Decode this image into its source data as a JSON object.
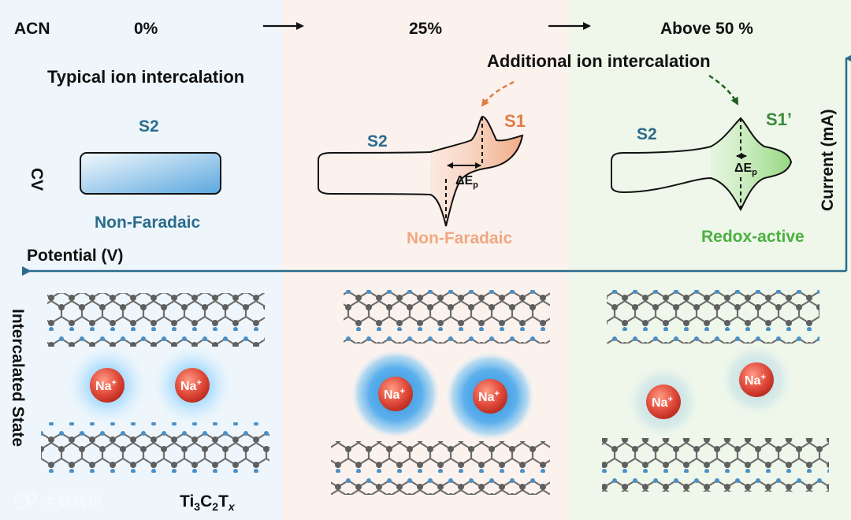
{
  "header": {
    "acn_label": "ACN",
    "col1": "0%",
    "col2": "25%",
    "col3": "Above 50 %"
  },
  "row_labels": {
    "cv": "CV",
    "state": "Intercalated State"
  },
  "axes": {
    "potential": "Potential (V)",
    "current": "Current (mA)"
  },
  "panel1": {
    "title": "Typical ion intercalation",
    "s2": "S2",
    "caption": "Non-Faradaic"
  },
  "panel2": {
    "s2": "S2",
    "s1": "S1",
    "delta": "ΔE",
    "delta_sub": "p",
    "caption": "Non-Faradaic"
  },
  "panel3": {
    "title": "Additional ion intercalation",
    "s2": "S2",
    "s1": "S1’",
    "delta": "ΔE",
    "delta_sub": "p",
    "caption": "Redox-active"
  },
  "ions": {
    "label": "Na",
    "charge": "+"
  },
  "material": {
    "ti": "Ti",
    "ti_sub": "3",
    "c": "C",
    "c_sub": "2",
    "t": "T",
    "t_sub": "x"
  },
  "watermark": "大数跨境",
  "colors": {
    "bg_col1": "#eef6fb",
    "bg_col2": "#fbf2ee",
    "bg_col3": "#eef7ea",
    "s2_blue": "#2b6b8c",
    "orange": "#e27a45",
    "orange_fill": "#f0a882",
    "green": "#3b8a3b",
    "green_fill": "#9fdc8a",
    "axis_blue": "#2b6b8c",
    "ion_red": "#e04a3a",
    "halo_blue": "#3fa6e8",
    "atom_grey": "#6d6d6d",
    "atom_blue": "#4a90c8"
  }
}
